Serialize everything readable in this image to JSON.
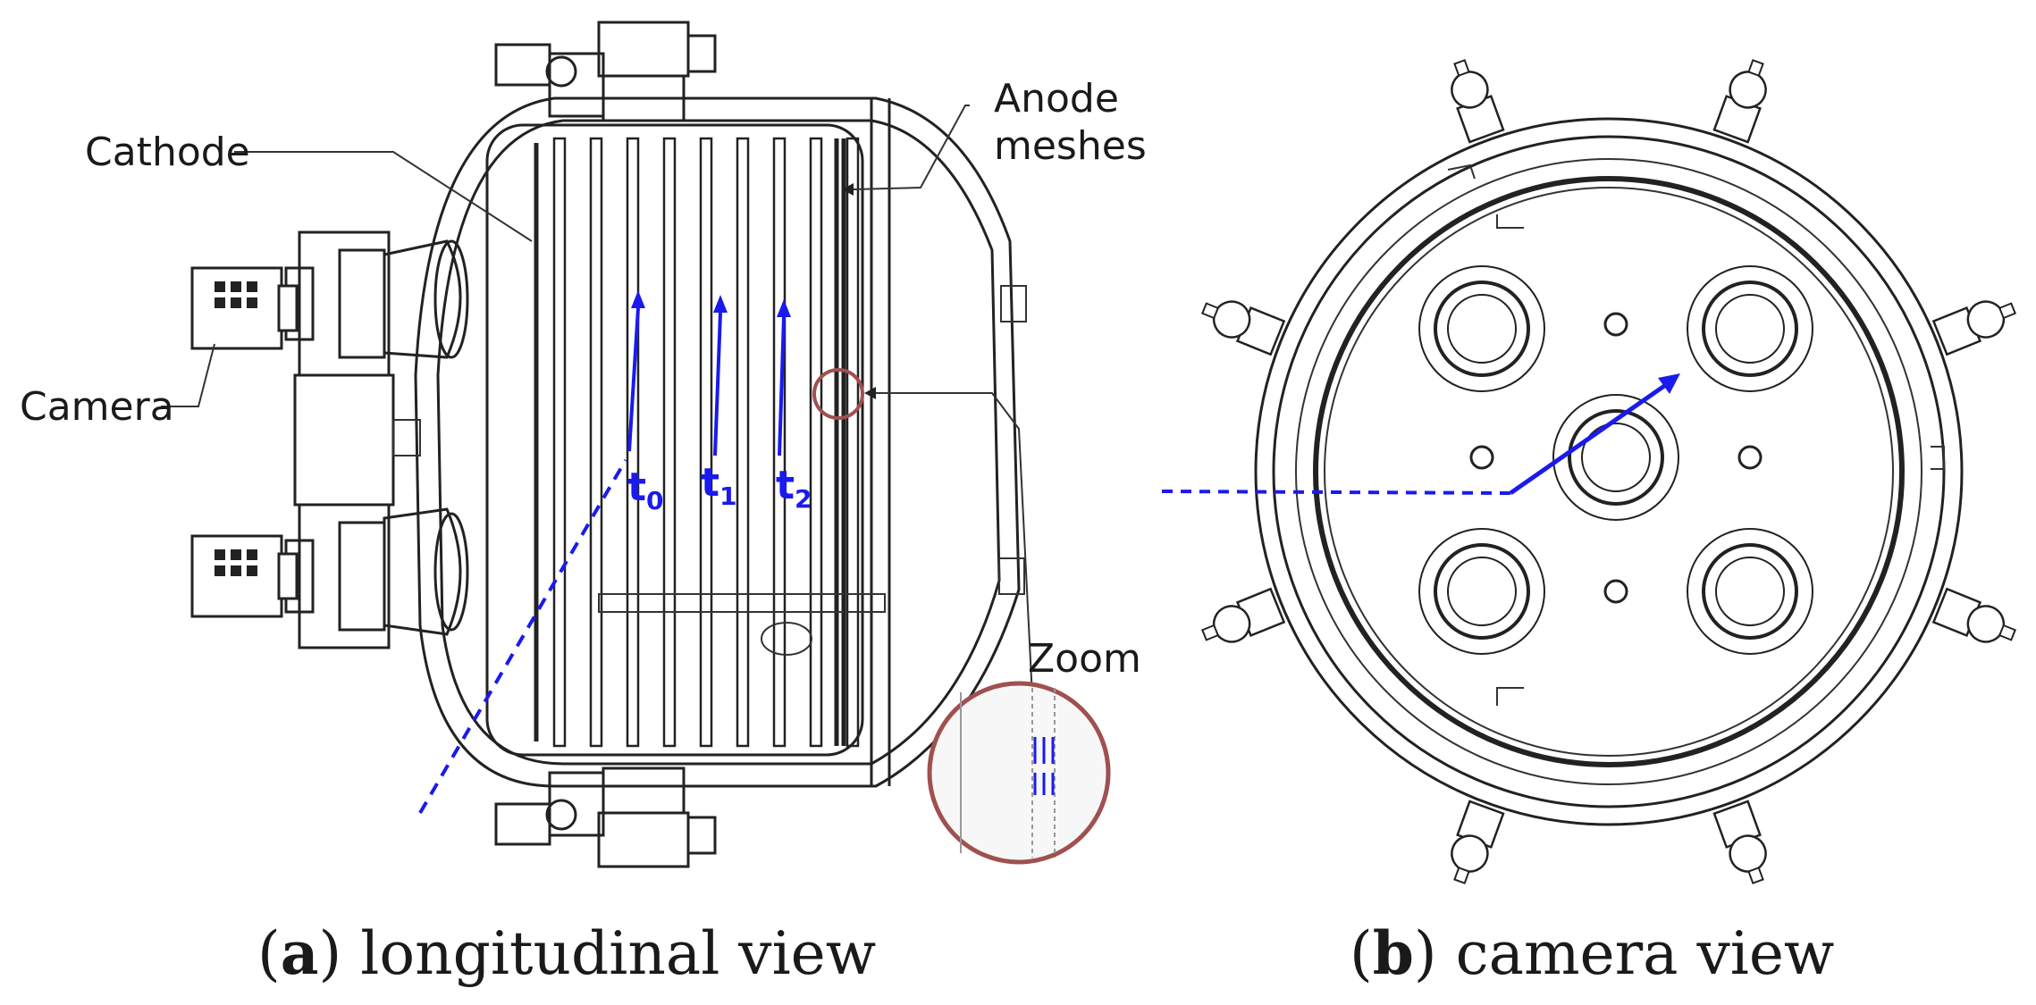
{
  "panel_a": {
    "labels": {
      "cathode": "Cathode",
      "anode_line1": "Anode",
      "anode_line2": "meshes",
      "camera": "Camera",
      "zoom": "Zoom"
    },
    "track_labels": [
      {
        "base": "t",
        "sub": "0"
      },
      {
        "base": "t",
        "sub": "1"
      },
      {
        "base": "t",
        "sub": "2"
      }
    ],
    "caption_letter": "a",
    "caption_text": " longitudinal view"
  },
  "panel_b": {
    "caption_letter": "b",
    "caption_text": " camera view"
  },
  "colors": {
    "track": "#1a1aee",
    "zoom_ring": "#a05050",
    "line": "#222222"
  }
}
